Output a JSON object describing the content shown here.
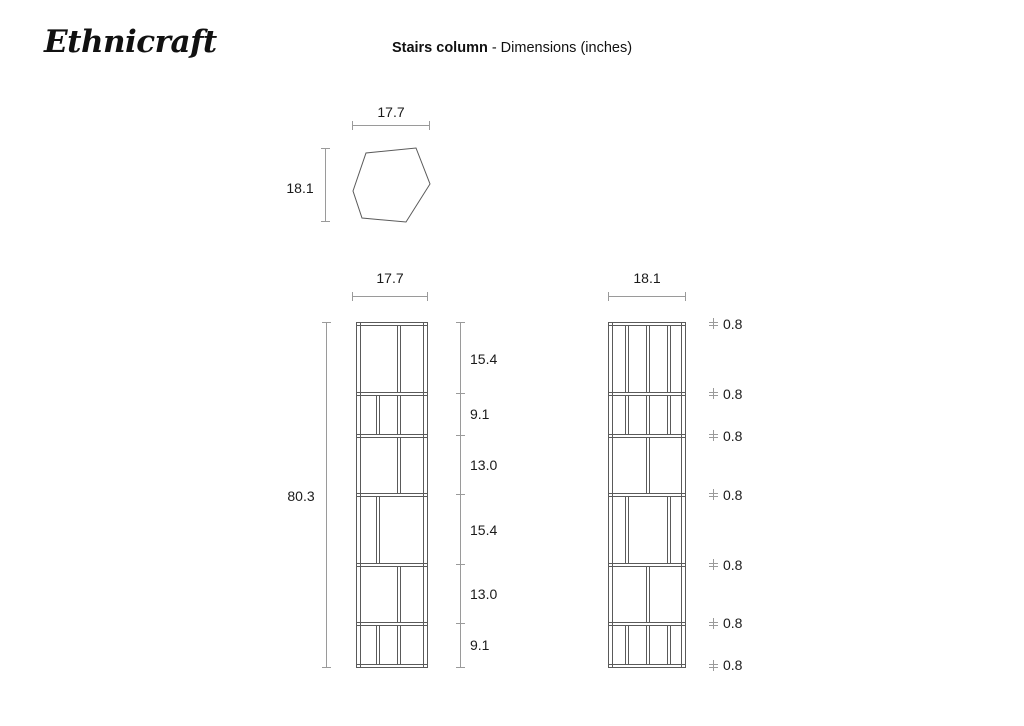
{
  "colors": {
    "drawing_line": "#5a5a5a",
    "dimension_line": "#9a9a9a",
    "text": "#1a1a1a",
    "background": "#ffffff"
  },
  "header": {
    "logo": "Ethnicraft",
    "title_product": "Stairs column",
    "title_suffix": "- Dimensions (inches)"
  },
  "top_view": {
    "width": "17.7",
    "height": "18.1"
  },
  "front_view": {
    "width": "17.7",
    "height": "80.3",
    "segments": [
      "15.4",
      "9.1",
      "13.0",
      "15.4",
      "13.0",
      "9.1"
    ]
  },
  "side_view": {
    "width": "18.1",
    "shelf_thickness": [
      "0.8",
      "0.8",
      "0.8",
      "0.8",
      "0.8",
      "0.8",
      "0.8"
    ]
  }
}
